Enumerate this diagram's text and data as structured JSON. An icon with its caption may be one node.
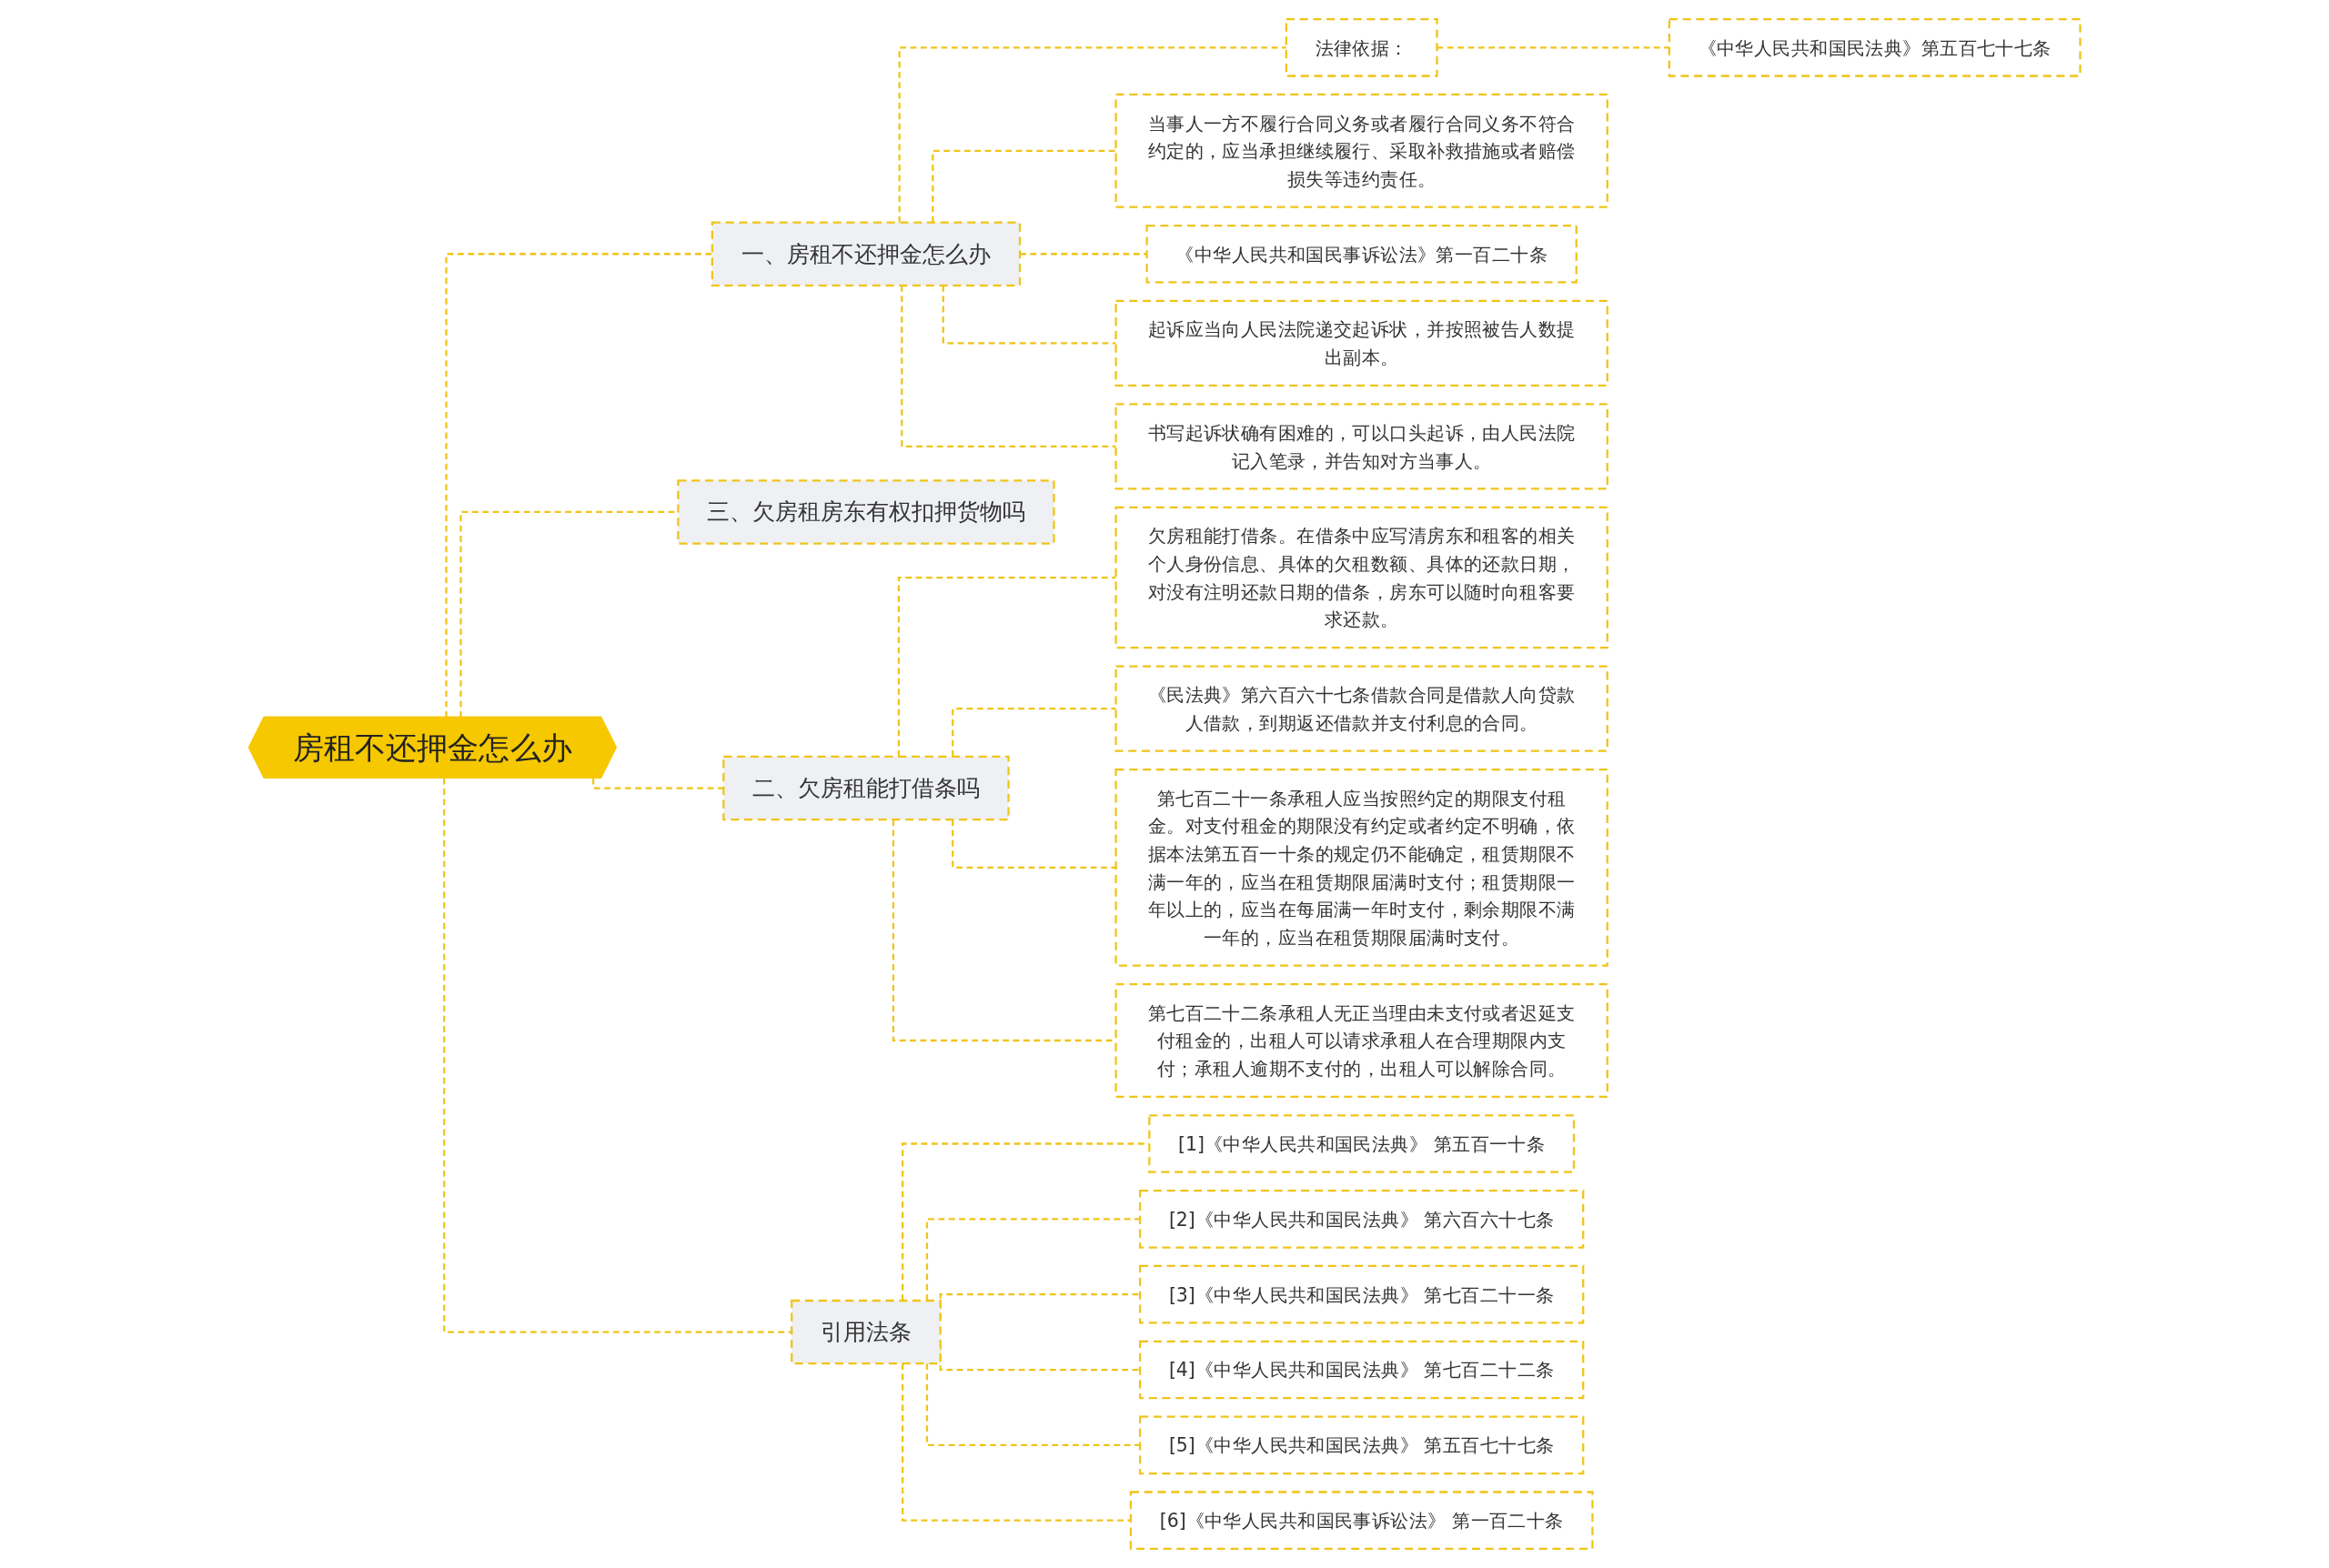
{
  "diagram": {
    "nodes": [
      {
        "text": [
          "房租不还押金怎么办"
        ]
      },
      {
        "text": [
          "一、房租不还押金怎么办"
        ]
      },
      {
        "text": [
          "法律依据："
        ]
      },
      {
        "text": [
          "《中华人民共和国民法典》第五百七十七条"
        ]
      },
      {
        "text": [
          "当事人一方不履行合同义务或者履行合同义务不符合约定的，应当承担继续履行、采取补救措施或者赔偿损失等违约责任。"
        ]
      },
      {
        "text": [
          "《中华人民共和国民事诉讼法》第一百二十条"
        ]
      },
      {
        "text": [
          "起诉应当向人民法院递交起诉状，并按照被告人数提出副本。"
        ]
      },
      {
        "text": [
          "书写起诉状确有困难的，可以口头起诉，由人民法院记入笔录，并告知对方当事人。"
        ]
      },
      {
        "text": [
          "三、欠房租房东有权扣押货物吗"
        ]
      },
      {
        "text": [
          "二、欠房租能打借条吗"
        ]
      },
      {
        "text": [
          "欠房租能打借条。在借条中应写清房东和租客的相关个人身份信息、具体的欠租数额、具体的还款日期，对没有注明还款日期的借条，房东可以随时向租客要求还款。"
        ]
      },
      {
        "text": [
          "《民法典》第六百六十七条借款合同是借款人向贷款人借款，到期返还借款并支付利息的合同。"
        ]
      },
      {
        "text": [
          "第七百二十一条承租人应当按照约定的期限支付租金。对支付租金的期限没有约定或者约定不明确，依据本法第五百一十条的规定仍不能确定，租赁期限不满一年的，应当在租赁期限届满时支付；租赁期限一年以上的，应当在每届满一年时支付，剩余期限不满一年的，应当在租赁期限届满时支付。"
        ]
      },
      {
        "text": [
          "第七百二十二条承租人无正当理由未支付或者迟延支付租金的，出租人可以请求承租人在合理期限内支付；承租人逾期不支付的，出租人可以解除合同。"
        ]
      },
      {
        "text": [
          "引用法条"
        ]
      },
      {
        "text": [
          "[1]《中华人民共和国民法典》 第五百一十条"
        ]
      },
      {
        "text": [
          "[2]《中华人民共和国民法典》 第六百六十七条"
        ]
      },
      {
        "text": [
          "[3]《中华人民共和国民法典》 第七百二十一条"
        ]
      },
      {
        "text": [
          "[4]《中华人民共和国民法典》 第七百二十二条"
        ]
      },
      {
        "text": [
          "[5]《中华人民共和国民法典》 第五百七十七条"
        ]
      },
      {
        "text": [
          "[6]《中华人民共和国民事诉讼法》 第一百二十条"
        ]
      }
    ],
    "edges": [
      {
        "from": 0,
        "to": 1,
        "arrow": "none"
      },
      {
        "from": 1,
        "to": 2,
        "arrow": "none"
      },
      {
        "from": 2,
        "to": 3,
        "arrow": "none"
      },
      {
        "from": 1,
        "to": 4,
        "arrow": "none"
      },
      {
        "from": 1,
        "to": 5,
        "arrow": "none"
      },
      {
        "from": 1,
        "to": 6,
        "arrow": "none"
      },
      {
        "from": 1,
        "to": 7,
        "arrow": "none"
      },
      {
        "from": 0,
        "to": 8,
        "arrow": "none"
      },
      {
        "from": 0,
        "to": 9,
        "arrow": "none"
      },
      {
        "from": 9,
        "to": 10,
        "arrow": "none"
      },
      {
        "from": 9,
        "to": 11,
        "arrow": "none"
      },
      {
        "from": 9,
        "to": 12,
        "arrow": "none"
      },
      {
        "from": 9,
        "to": 13,
        "arrow": "none"
      },
      {
        "from": 0,
        "to": 14,
        "arrow": "none"
      },
      {
        "from": 14,
        "to": 15,
        "arrow": "none"
      },
      {
        "from": 14,
        "to": 16,
        "arrow": "none"
      },
      {
        "from": 14,
        "to": 17,
        "arrow": "none"
      },
      {
        "from": 14,
        "to": 18,
        "arrow": "none"
      },
      {
        "from": 14,
        "to": 19,
        "arrow": "none"
      },
      {
        "from": 14,
        "to": 20,
        "arrow": "none"
      }
    ]
  }
}
